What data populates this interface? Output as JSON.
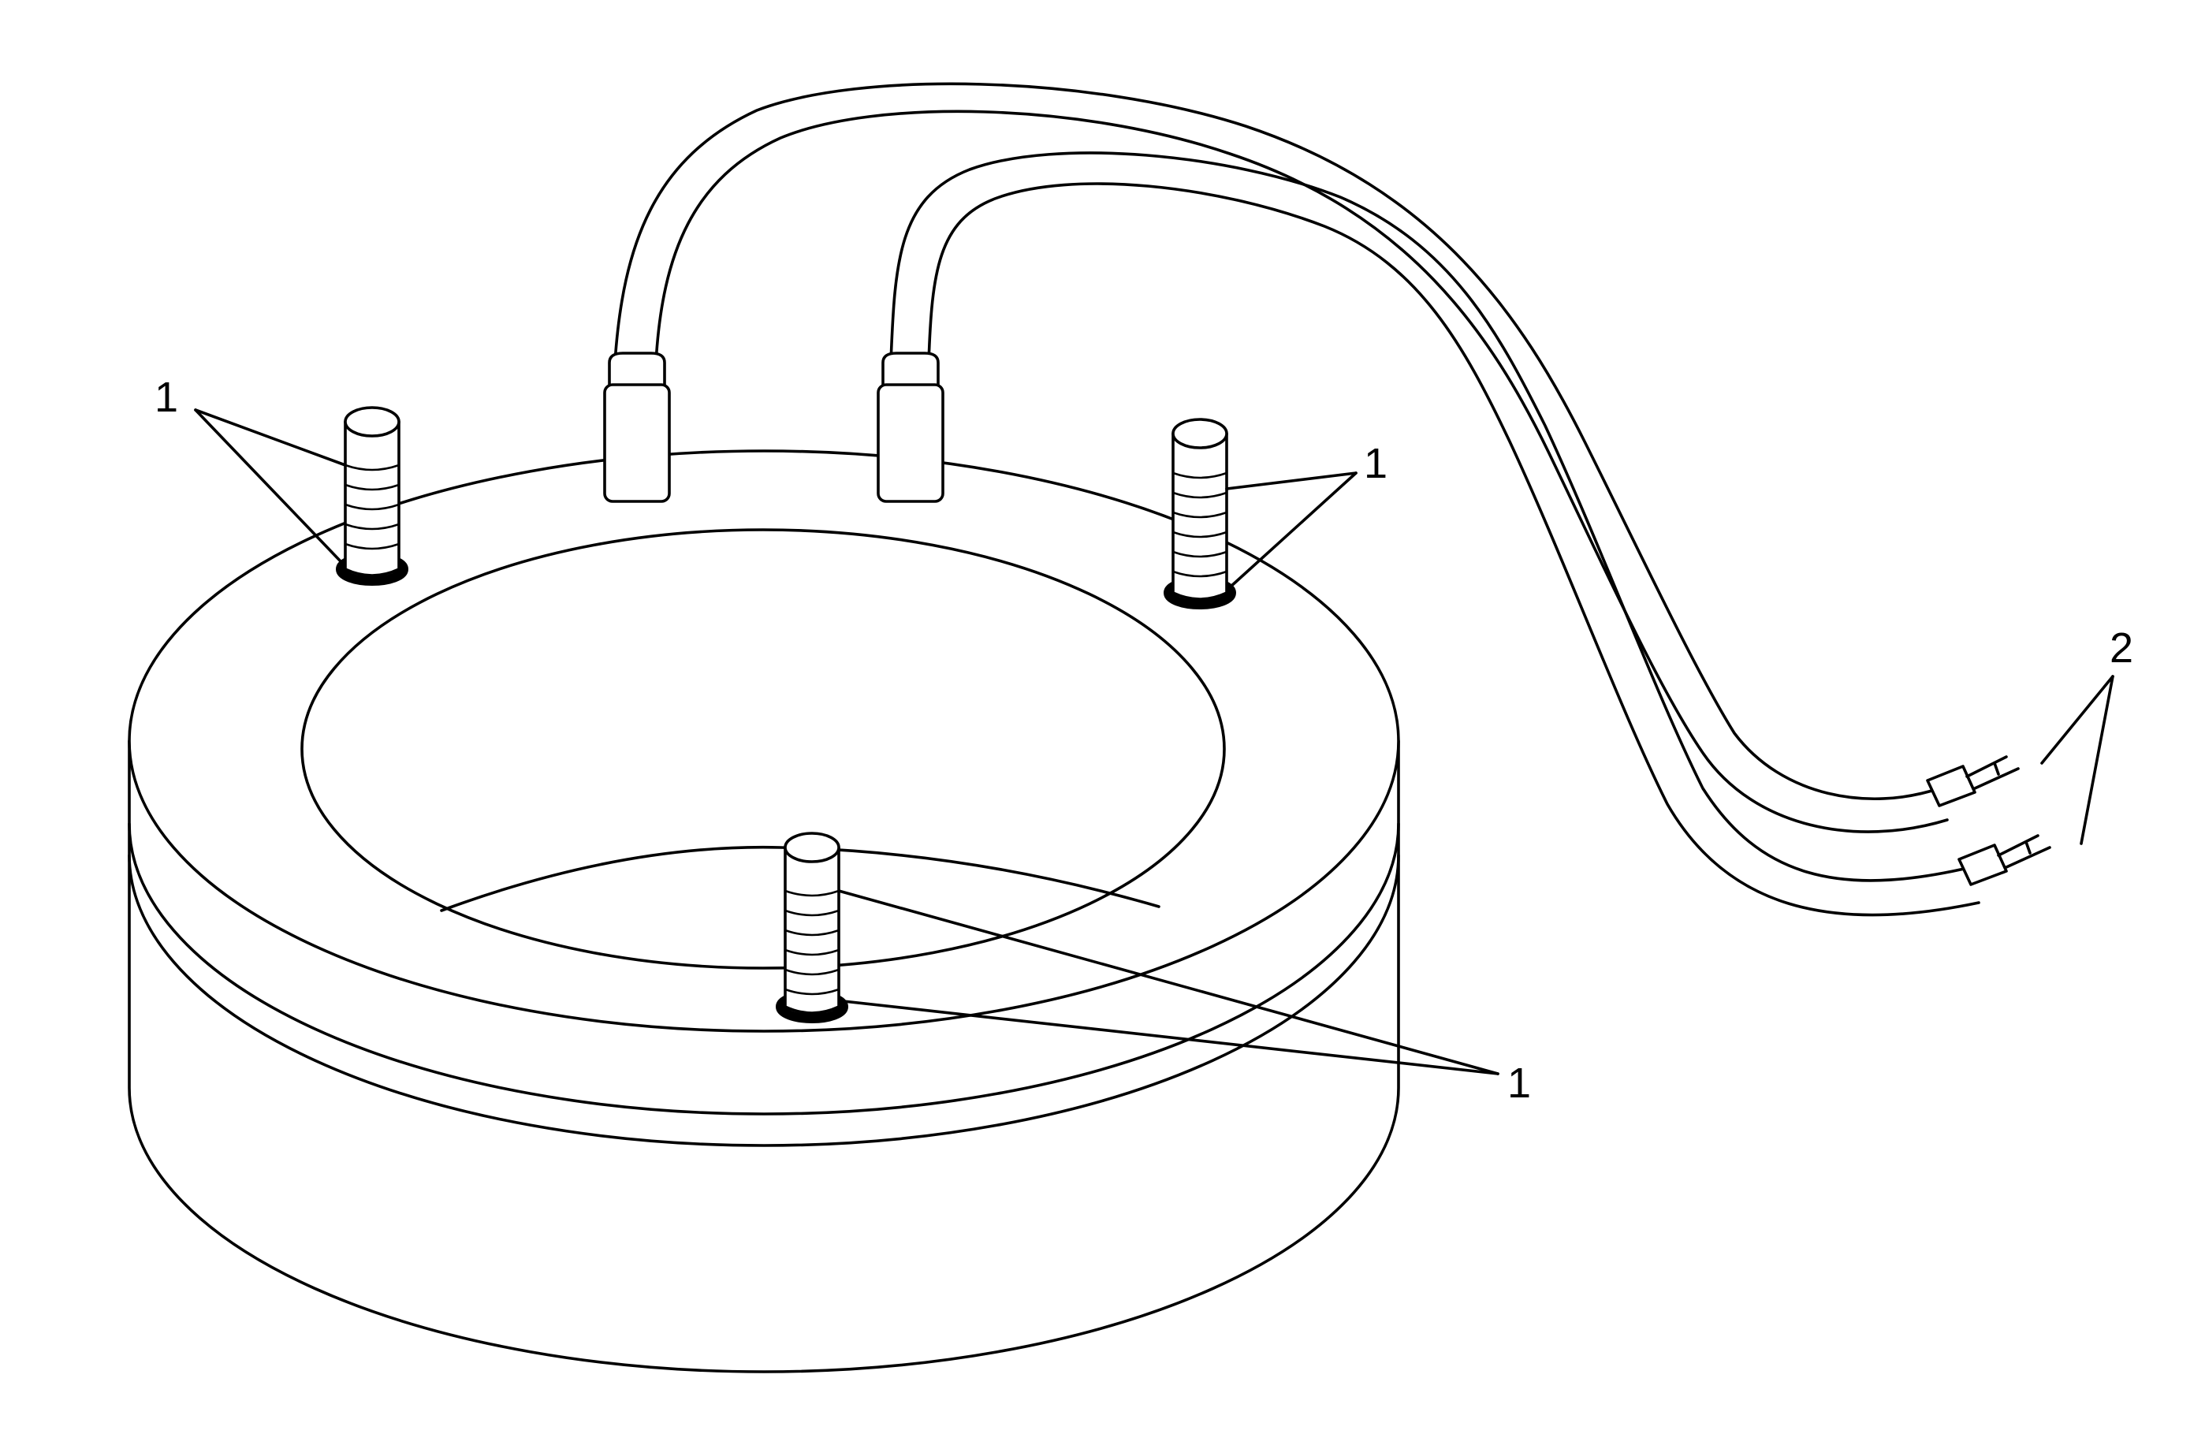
{
  "diagram": {
    "callouts": [
      {
        "id": "stud-left",
        "label": "1"
      },
      {
        "id": "stud-right",
        "label": "1"
      },
      {
        "id": "stud-front",
        "label": "1"
      },
      {
        "id": "lead-terminals",
        "label": "2"
      }
    ]
  }
}
